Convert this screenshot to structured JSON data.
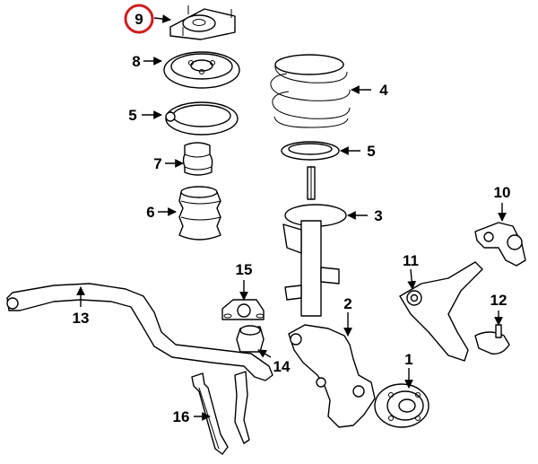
{
  "diagram": {
    "highlight_color": "#cc1f1f",
    "highlighted_callout": "9",
    "callouts": [
      {
        "id": "c9",
        "text": "9"
      },
      {
        "id": "c8",
        "text": "8"
      },
      {
        "id": "c5a",
        "text": "5"
      },
      {
        "id": "c7",
        "text": "7"
      },
      {
        "id": "c6",
        "text": "6"
      },
      {
        "id": "c4",
        "text": "4"
      },
      {
        "id": "c5b",
        "text": "5"
      },
      {
        "id": "c3",
        "text": "3"
      },
      {
        "id": "c10",
        "text": "10"
      },
      {
        "id": "c15",
        "text": "15"
      },
      {
        "id": "c11",
        "text": "11"
      },
      {
        "id": "c12",
        "text": "12"
      },
      {
        "id": "c2",
        "text": "2"
      },
      {
        "id": "c13",
        "text": "13"
      },
      {
        "id": "c14",
        "text": "14"
      },
      {
        "id": "c1",
        "text": "1"
      },
      {
        "id": "c16",
        "text": "16"
      }
    ]
  }
}
